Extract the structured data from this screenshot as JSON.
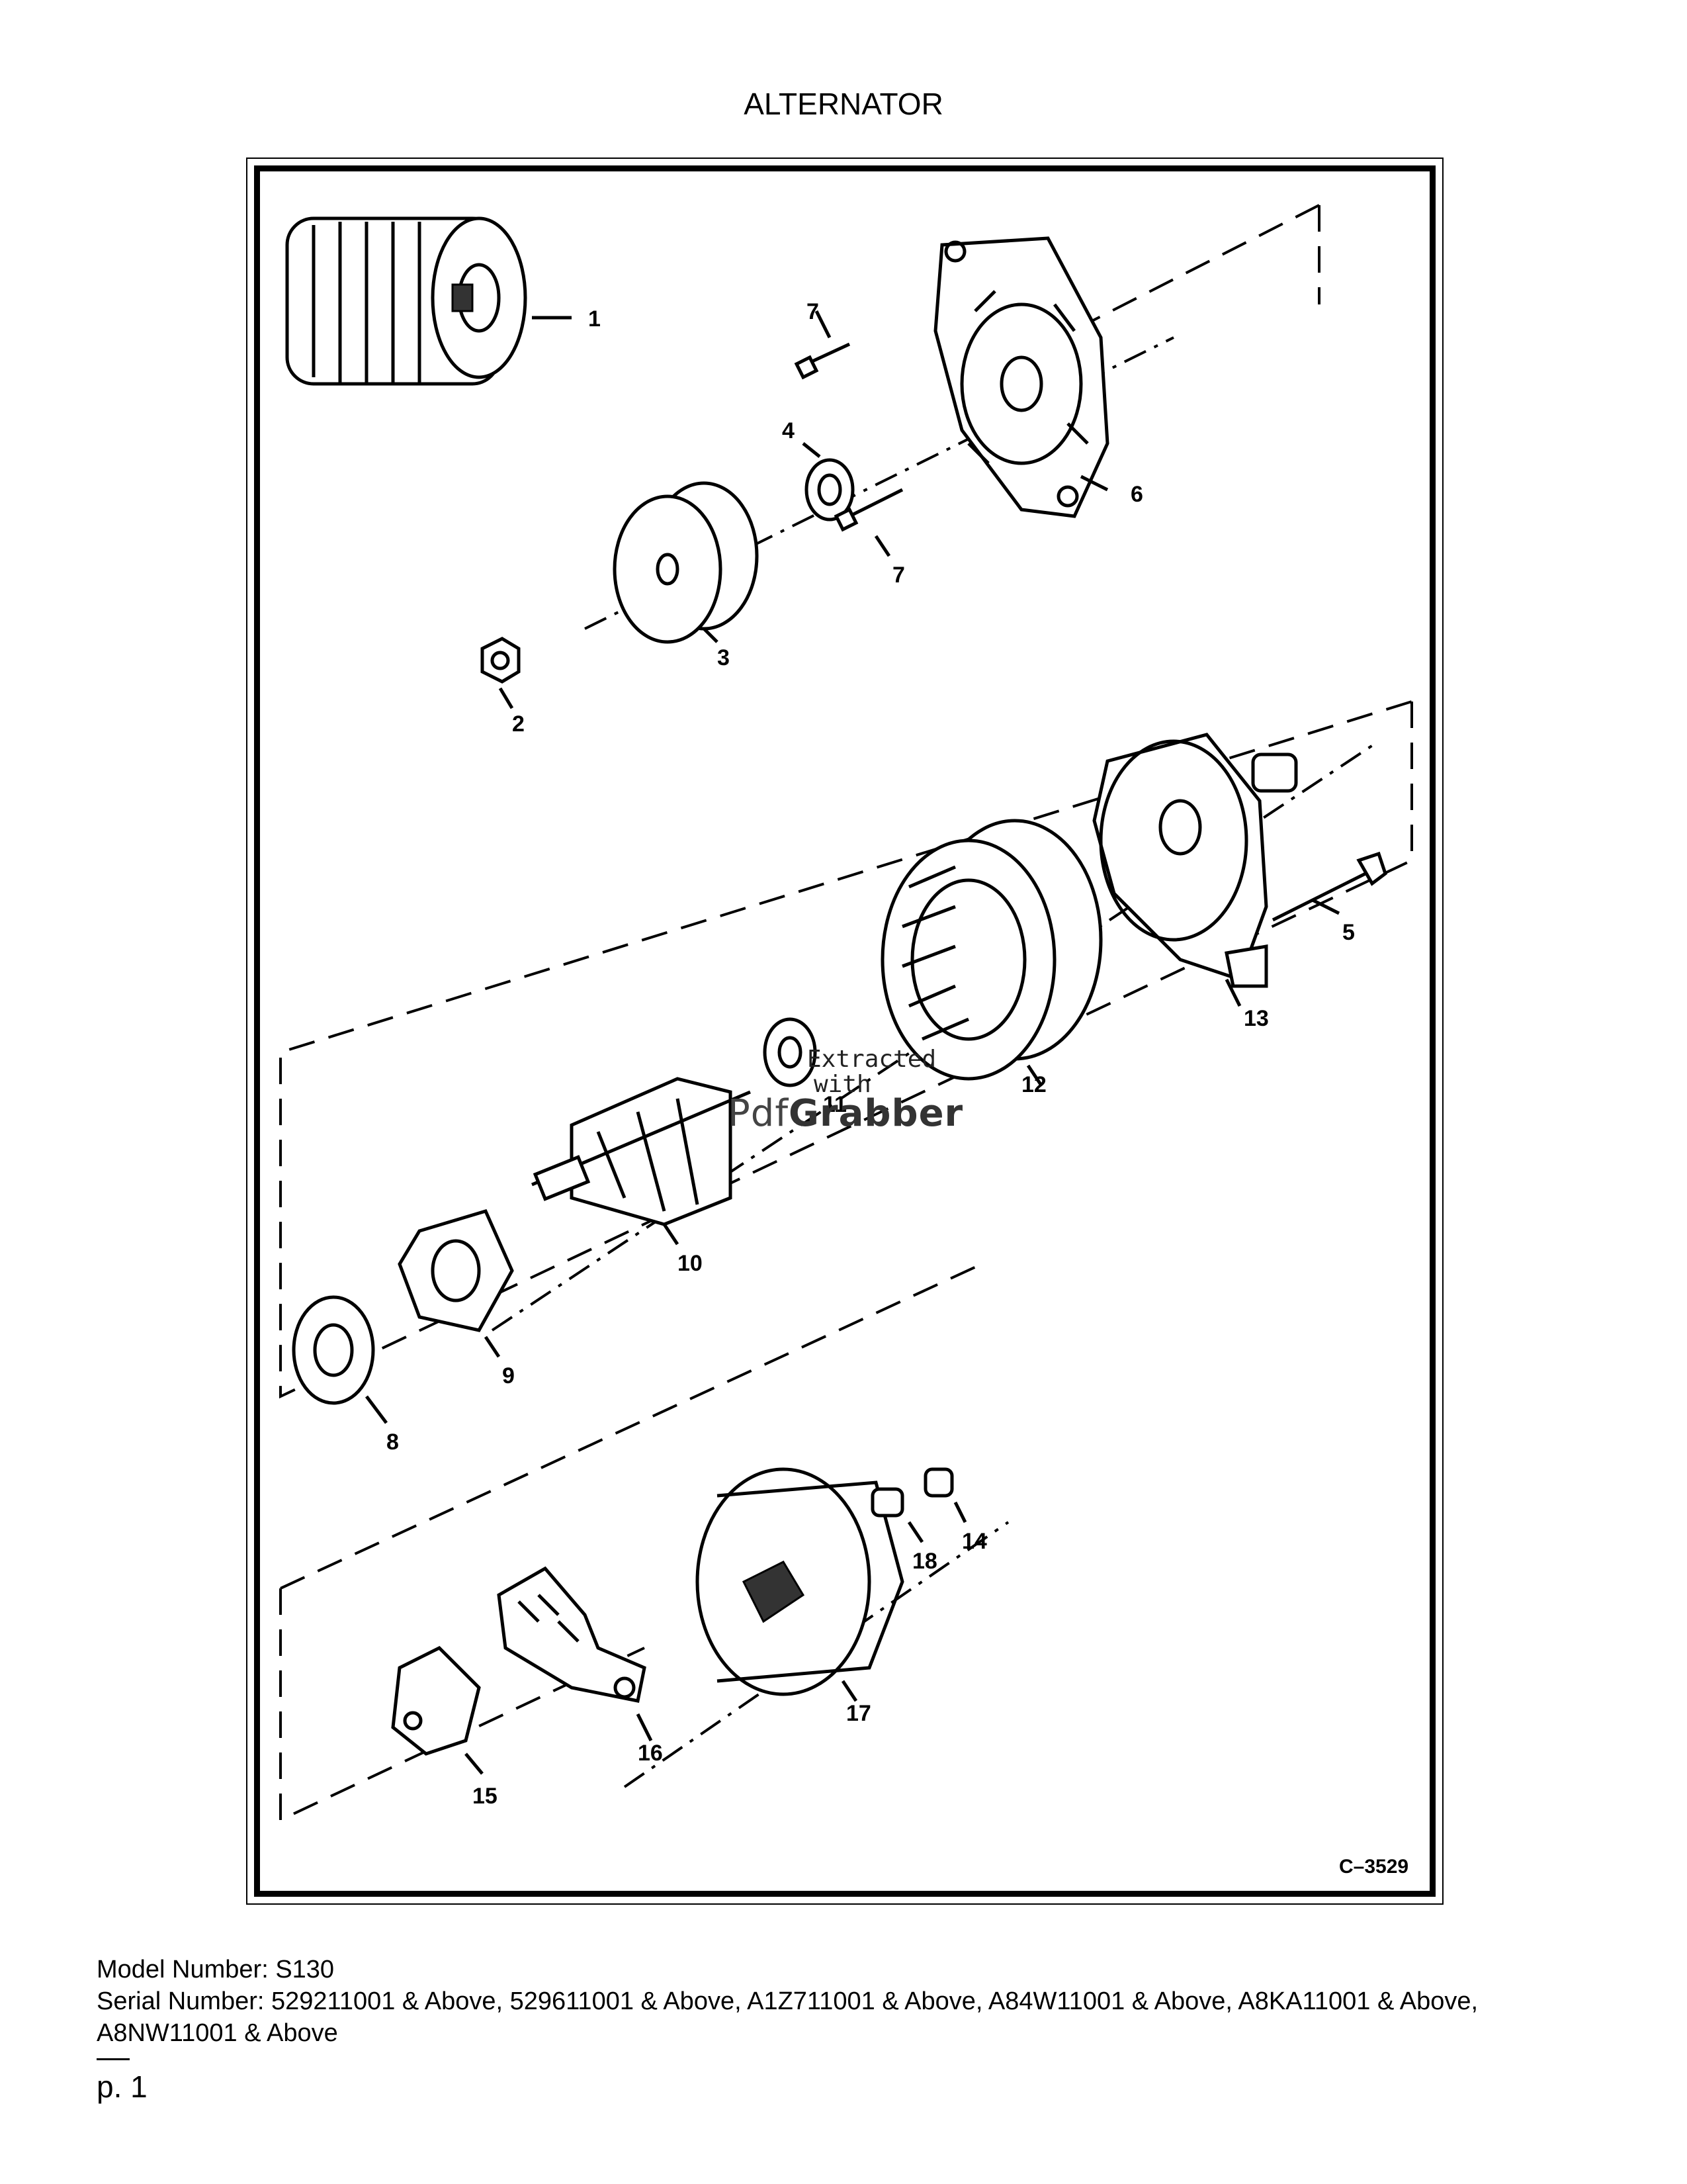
{
  "page": {
    "title": "ALTERNATOR",
    "figure_code": "C–3529",
    "model_label": "Model Number: S130",
    "serial_label": "Serial Number: 529211001 & Above, 529611001 & Above, A1Z711001 & Above, A84W11001 & Above, A8KA11001 & Above, A8NW11001 & Above",
    "page_number": "p. 1"
  },
  "callouts": [
    "1",
    "2",
    "3",
    "4",
    "5",
    "6",
    "7",
    "7",
    "8",
    "9",
    "10",
    "11",
    "12",
    "13",
    "14",
    "15",
    "16",
    "17",
    "18"
  ],
  "watermark": {
    "line1": "Extracted",
    "line2": "with",
    "brand_a": "Pdf",
    "brand_b": "Grabber"
  }
}
